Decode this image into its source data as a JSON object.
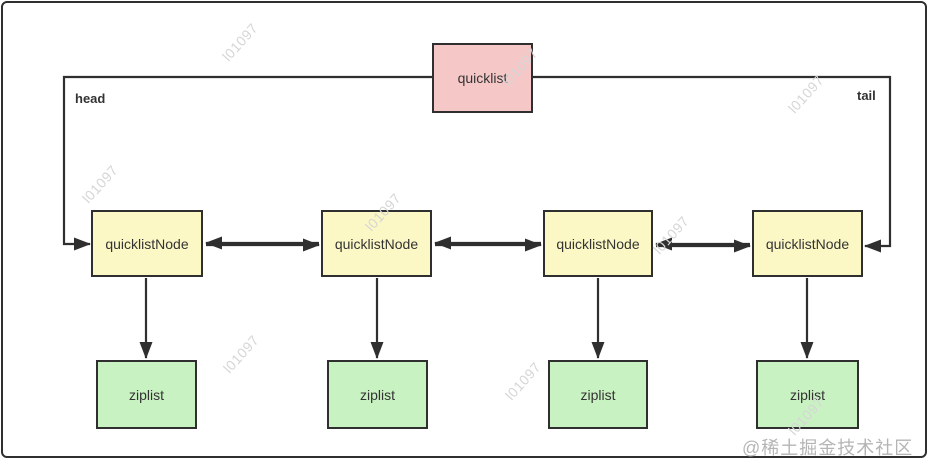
{
  "diagram": {
    "quicklist_box": {
      "label": "quicklist"
    },
    "head_label": "head",
    "tail_label": "tail",
    "nodes": [
      {
        "label": "quicklistNode"
      },
      {
        "label": "quicklistNode"
      },
      {
        "label": "quicklistNode"
      },
      {
        "label": "quicklistNode"
      }
    ],
    "ziplists": [
      {
        "label": "ziplist"
      },
      {
        "label": "ziplist"
      },
      {
        "label": "ziplist"
      },
      {
        "label": "ziplist"
      }
    ],
    "watermark_text": "l01097",
    "credit_text": "@稀土掘金技术社区",
    "colors": {
      "quicklist_fill": "#f6c7c7",
      "node_fill": "#fcf8c5",
      "ziplist_fill": "#c9f2c2",
      "border": "#2f2f2f",
      "arrow": "#2f2f2f",
      "watermark": "#d6d6d6",
      "credit": "#b5b5b5"
    }
  }
}
